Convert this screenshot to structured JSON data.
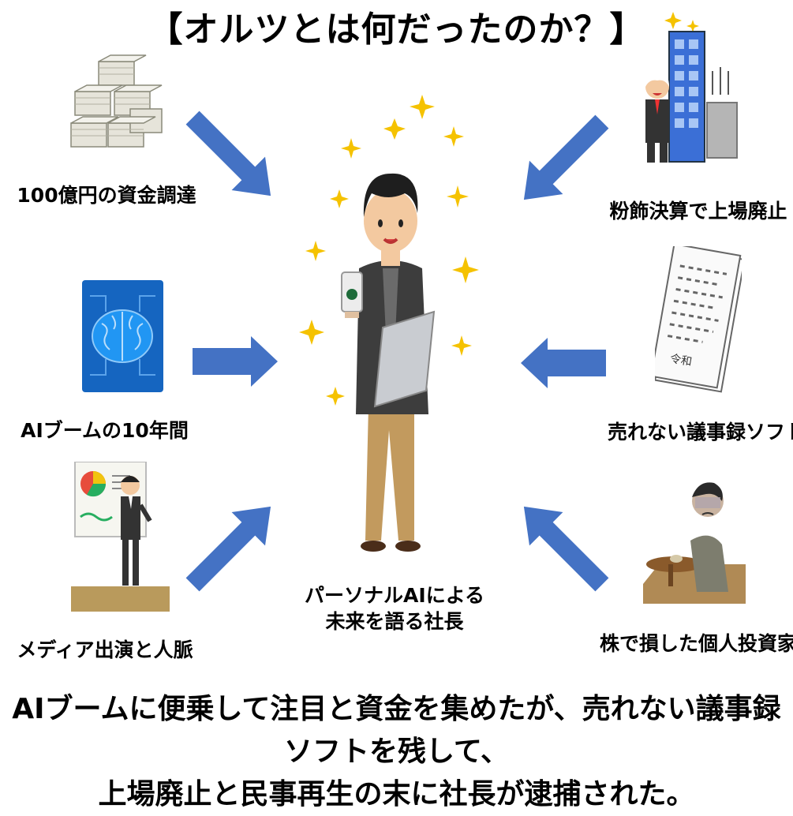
{
  "title": "【オルツとは何だったのか？】",
  "items": {
    "funding": "100億円の資金調達",
    "ai_boom": "AIブームの10年間",
    "media": "メディア出演と人脈",
    "accounting": "粉飾決算で上場廃止",
    "software": "売れない議事録ソフト",
    "investor": "株で損した個人投資家"
  },
  "center_label": [
    "パーソナルAIによる",
    "未来を語る社長"
  ],
  "document_stamp": "令和",
  "summary": [
    "AIブームに便乗して注目と資金を集めたが、売れない議事録ソフトを残して、",
    "上場廃止と民事再生の末に社長が逮捕された。"
  ],
  "colors": {
    "arrow": "#4472C4",
    "star": "#F5C200",
    "brain": "#1565C0"
  }
}
